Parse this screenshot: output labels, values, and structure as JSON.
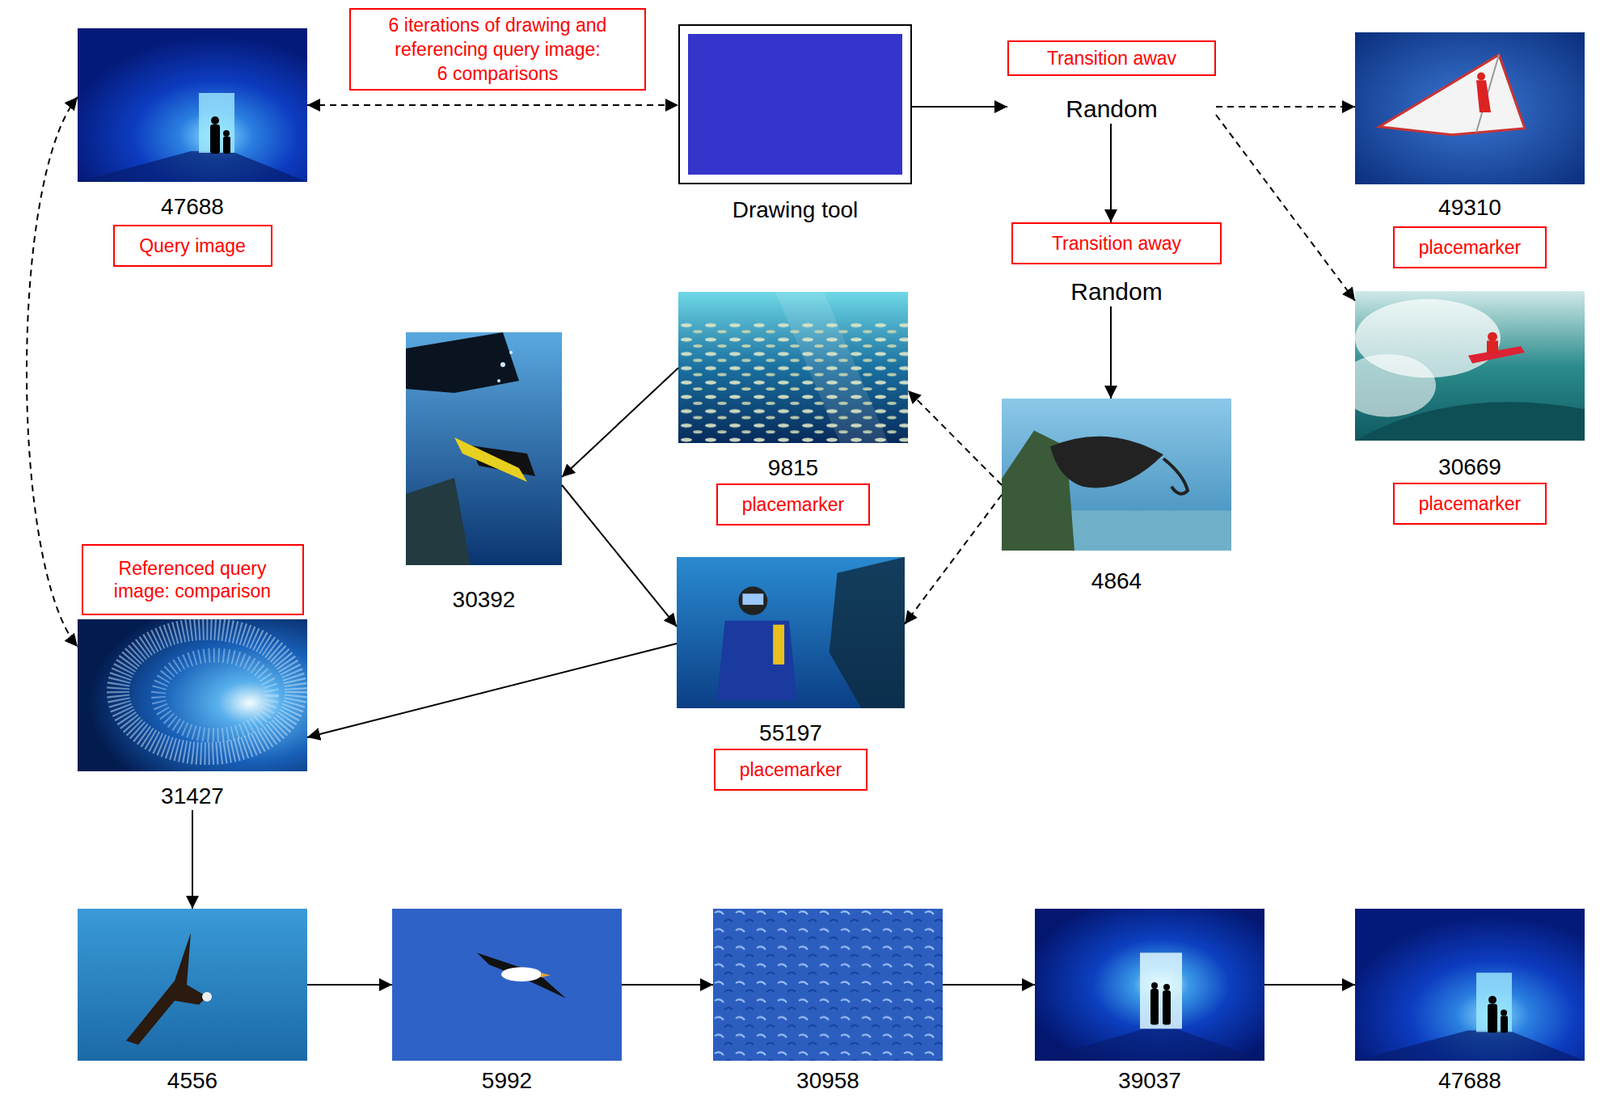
{
  "diagram": {
    "nodes": [
      {
        "text": [
          "47688",
          "Query image"
        ]
      },
      {
        "text": [
          "Drawing tool"
        ]
      },
      {
        "text": [
          "Transition awav",
          "Random"
        ]
      },
      {
        "text": [
          "49310",
          "placemarker"
        ]
      },
      {
        "text": [
          "Transition away",
          "Random"
        ]
      },
      {
        "text": [
          "9815",
          "placemarker"
        ]
      },
      {
        "text": [
          "30392"
        ]
      },
      {
        "text": [
          "4864"
        ]
      },
      {
        "text": [
          "30669",
          "placemarker"
        ]
      },
      {
        "text": [
          "Referenced query image: comparison",
          "31427"
        ]
      },
      {
        "text": [
          "55197",
          "placemarker"
        ]
      },
      {
        "text": [
          "4556"
        ]
      },
      {
        "text": [
          "5992"
        ]
      },
      {
        "text": [
          "30958"
        ]
      },
      {
        "text": [
          "39037"
        ]
      },
      {
        "text": [
          "47688"
        ]
      }
    ],
    "edges": [
      {
        "from": 0,
        "to": 1,
        "arrow": "both",
        "label": "6 iterations of drawing and referencing query image: 6 comparisons"
      },
      {
        "from": 1,
        "to": 2,
        "arrow": "to"
      },
      {
        "from": 2,
        "to": 3,
        "arrow": "to"
      },
      {
        "from": 2,
        "to": 8,
        "arrow": "to"
      },
      {
        "from": 2,
        "to": 4,
        "arrow": "to"
      },
      {
        "from": 4,
        "to": 7,
        "arrow": "to"
      },
      {
        "from": 7,
        "to": 5,
        "arrow": "to"
      },
      {
        "from": 7,
        "to": 10,
        "arrow": "to"
      },
      {
        "from": 5,
        "to": 6,
        "arrow": "to"
      },
      {
        "from": 6,
        "to": 10,
        "arrow": "to"
      },
      {
        "from": 10,
        "to": 9,
        "arrow": "to"
      },
      {
        "from": 0,
        "to": 9,
        "arrow": "both"
      },
      {
        "from": 9,
        "to": 11,
        "arrow": "to"
      },
      {
        "from": 11,
        "to": 12,
        "arrow": "to"
      },
      {
        "from": 12,
        "to": 13,
        "arrow": "to"
      },
      {
        "from": 13,
        "to": 14,
        "arrow": "to"
      },
      {
        "from": 14,
        "to": 15,
        "arrow": "to"
      }
    ]
  }
}
